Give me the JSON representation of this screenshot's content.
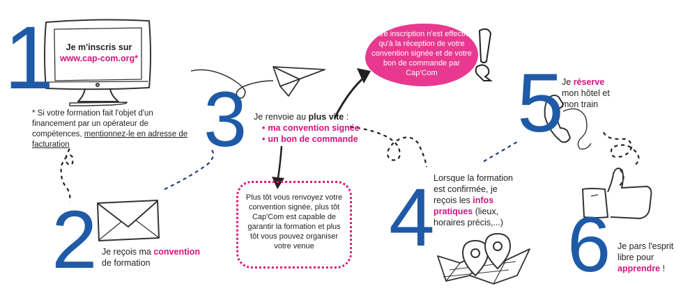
{
  "step1": {
    "number": "1",
    "screen_line1": "Je m'inscris sur",
    "screen_link": "www.cap-com.org",
    "screen_star": "*",
    "footnote_part1": "* Si votre formation fait l'objet d'un financement par un opérateur de compétences, ",
    "footnote_part2": "mentionnez-le en adresse de facturation"
  },
  "step2": {
    "number": "2",
    "text_before": "Je reçois ma ",
    "text_highlight": "convention",
    "text_after": "de formation"
  },
  "step3": {
    "number": "3",
    "text_before": "Je renvoie au ",
    "text_bold": "plus vite",
    "text_after": " :",
    "items": [
      "ma convention signée",
      "un bon de commande"
    ],
    "note": "Plus tôt vous renvoyez votre convention signée, plus tôt Cap'Com est capable de garantir la formation et plus tôt vous pouvez organiser votre venue"
  },
  "bubble": {
    "text": "Votre inscription n'est effective qu'à la réception de votre convention signée et de votre bon de commande par Cap'Com"
  },
  "step4": {
    "number": "4",
    "line1": "Lorsque la formation",
    "line2": "est confirmée, je",
    "line3_before": "reçois les ",
    "line3_highlight": "infos",
    "line4_highlight": "pratiques",
    "line4_after": " (lieux,",
    "line5": "horaires précis,...)"
  },
  "step5": {
    "number": "5",
    "text_before": "Je ",
    "text_highlight": "réserve",
    "line2": "mon hôtel et",
    "line3": "mon train"
  },
  "step6": {
    "number": "6",
    "line1": "Je pars l'esprit",
    "line2": "libre pour",
    "highlight": "apprendre",
    "after": " !"
  },
  "colors": {
    "blue": "#1f5aa6",
    "pink": "#d4137f",
    "bubble": "#e8388f"
  }
}
